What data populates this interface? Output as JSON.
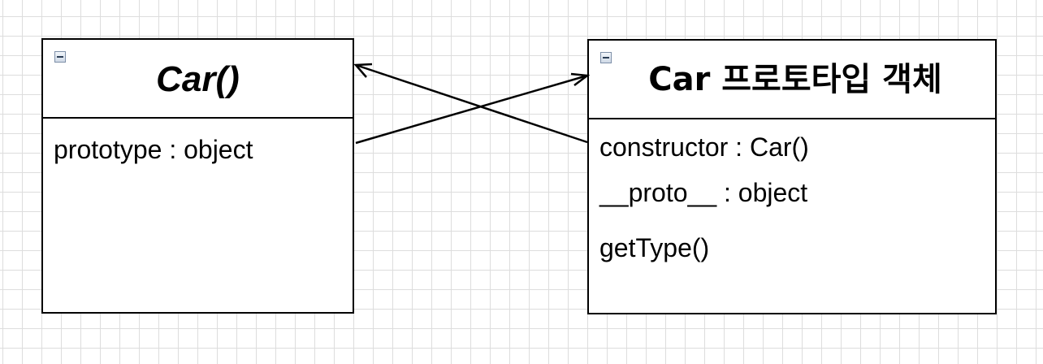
{
  "classes": {
    "car": {
      "title": "Car()",
      "members": [
        "prototype : object"
      ]
    },
    "proto": {
      "title": "Car 프로토타입 객체",
      "members": [
        "constructor : Car()",
        "__proto__ : object",
        "getType()"
      ]
    }
  },
  "connectors": [
    {
      "from": "car.prototype",
      "to": "proto",
      "arrow": "open"
    },
    {
      "from": "proto.constructor",
      "to": "car",
      "arrow": "open"
    }
  ],
  "colors": {
    "line": "#000000",
    "grid": "#dddddd",
    "background": "#ffffff"
  }
}
